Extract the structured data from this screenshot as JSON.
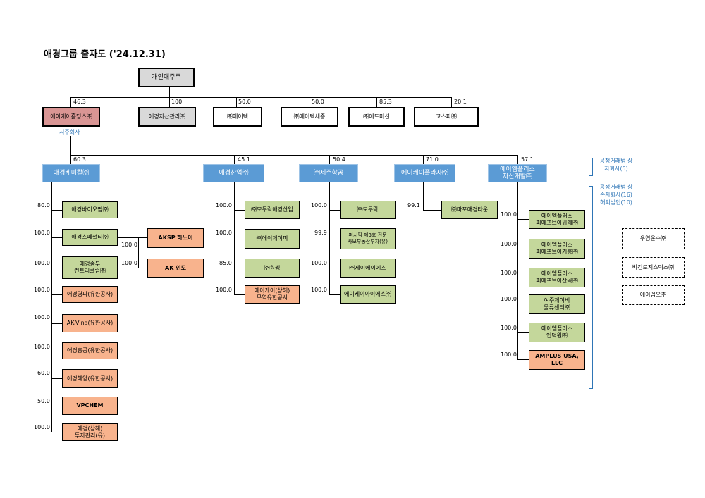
{
  "title": "애경그룹 출자도 ('24.12.31)",
  "top": {
    "owner": "개인대주주",
    "companies": [
      {
        "name": "에이케이홀딩스㈜",
        "pct": "46.3"
      },
      {
        "name": "애경자산관리㈜",
        "pct": "100"
      },
      {
        "name": "㈜에이텍",
        "pct": "50.0"
      },
      {
        "name": "㈜에이텍세종",
        "pct": "50.0"
      },
      {
        "name": "㈜애드미션",
        "pct": "85.3"
      },
      {
        "name": "코스파㈜",
        "pct": "20.1"
      }
    ],
    "holding_label": "지주회사"
  },
  "subs": [
    {
      "name": "애경케미칼㈜",
      "pct": "60.3"
    },
    {
      "name": "애경산업㈜",
      "pct": "45.1"
    },
    {
      "name": "㈜제주항공",
      "pct": "50.4"
    },
    {
      "name": "에이케이플라자㈜",
      "pct": "71.0"
    },
    {
      "name": "에이엠플러스\n자산개발㈜",
      "pct": "57.1"
    }
  ],
  "chemical": [
    {
      "name": "애경바이오팜㈜",
      "pct": "80.0"
    },
    {
      "name": "애경스페셜티㈜",
      "pct": "100.0"
    },
    {
      "name": "애경중부\n컨트리클럽㈜",
      "pct": "100.0"
    },
    {
      "name": "애경영파(유한공사)",
      "pct": "100.0"
    },
    {
      "name": "AK-Vina(유한공사)",
      "pct": "100.0"
    },
    {
      "name": "애경홍콩(유한공사)",
      "pct": "100.0"
    },
    {
      "name": "애경해양(유한공사)",
      "pct": "60.0"
    },
    {
      "name": "VPCHEM",
      "pct": "50.0"
    },
    {
      "name": "애경(상해)\n투자관리(유)",
      "pct": "100.0"
    }
  ],
  "specialty": [
    {
      "name": "AKSP 하노이",
      "pct": "100.0"
    },
    {
      "name": "AK 인도",
      "pct": "100.0"
    }
  ],
  "industry": [
    {
      "name": "㈜모두락애경산업",
      "pct": "100.0"
    },
    {
      "name": "㈜에이제이피",
      "pct": "100.0"
    },
    {
      "name": "㈜원씽",
      "pct": "85.0"
    },
    {
      "name": "에이케이(상해)\n무역유한공사",
      "pct": "100.0"
    }
  ],
  "jeju": [
    {
      "name": "㈜모두락",
      "pct": "100.0"
    },
    {
      "name": "퍼시픽 제3호 전문\n사모부동산투자(유)",
      "pct": "99.9"
    },
    {
      "name": "㈜제이에이에스",
      "pct": "100.0"
    },
    {
      "name": "에이케이아이에스㈜",
      "pct": "100.0"
    }
  ],
  "plaza": [
    {
      "name": "㈜마포애경타운",
      "pct": "99.1"
    }
  ],
  "amplus": [
    {
      "name": "에이엠플러스\n피에프브이위례㈜",
      "pct": "100.0"
    },
    {
      "name": "에이엠플러스\n피에프브이기흥㈜",
      "pct": "100.0"
    },
    {
      "name": "에이엠플러스\n피에프브이산곡㈜",
      "pct": "100.0"
    },
    {
      "name": "여주제이비\n물류센터㈜",
      "pct": "100.0"
    },
    {
      "name": "에이엠플러스\n인덕원㈜",
      "pct": "100.0"
    },
    {
      "name": "AMPLUS USA,\nLLC",
      "pct": "100.0"
    }
  ],
  "notes": {
    "sub_note": "공정거래법 상\n자회사(5)",
    "grand_note": "공정거래법 상\n손자회사(16)\n해외법인(10)"
  },
  "others": [
    "우영운수㈜",
    "비컨로지스틱스㈜",
    "에이엠오㈜"
  ],
  "colors": {
    "subsidiary_blue": "#5b9bd5",
    "domestic_green": "#c4d79b",
    "overseas_orange": "#f8b38d",
    "holding_red": "#d99594",
    "owner_gray": "#d9d9d9",
    "note_blue": "#2e75b6"
  }
}
